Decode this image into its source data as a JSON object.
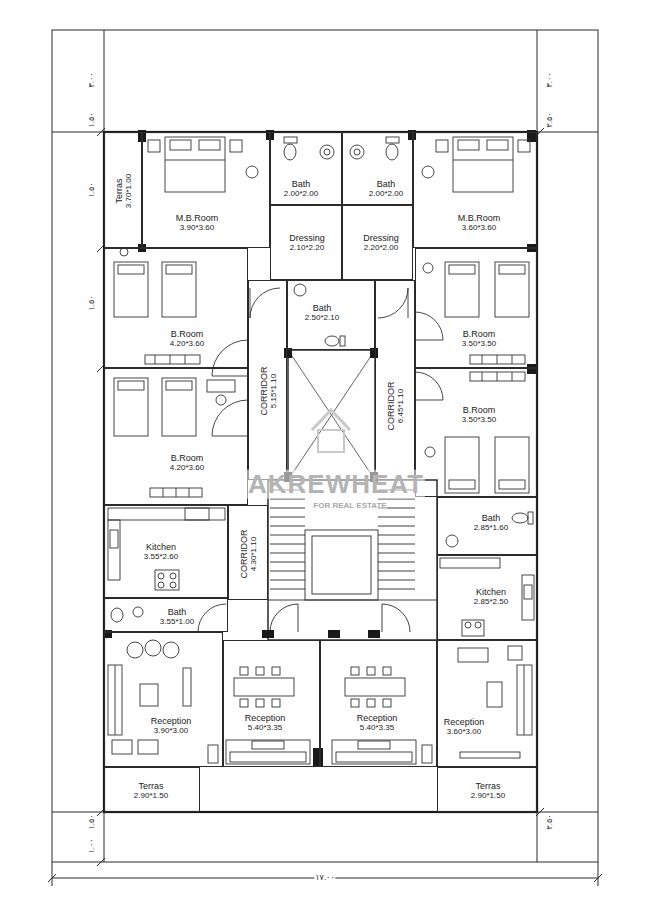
{
  "diagram": {
    "nodes": [
      {
        "text": [
          "Terras",
          "3.70*1.00"
        ]
      },
      {
        "text": [
          "M.B.Room",
          "3.90*3.60"
        ]
      },
      {
        "text": [
          "Bath",
          "2.00*2.00"
        ]
      },
      {
        "text": [
          "Bath",
          "2.00*2.00"
        ]
      },
      {
        "text": [
          "M.B.Room",
          "3.60*3.60"
        ]
      },
      {
        "text": [
          "Dressing",
          "2.10*2.20"
        ]
      },
      {
        "text": [
          "Dressing",
          "2.20*2.00"
        ]
      },
      {
        "text": [
          "B.Room",
          "4.20*3.60"
        ]
      },
      {
        "text": [
          "Bath",
          "2.50*2.10"
        ]
      },
      {
        "text": [
          "B.Room",
          "3.50*3.50"
        ]
      },
      {
        "text": [
          "CORRIDOR",
          "5.15*1.10"
        ]
      },
      {
        "text": [
          "CORRIDOR",
          "6.45*1.10"
        ]
      },
      {
        "text": [
          "B.Room",
          "4.20*3.60"
        ]
      },
      {
        "text": [
          "B.Room",
          "3.50*3.50"
        ]
      },
      {
        "text": [
          "Bath",
          "2.85*1.60"
        ]
      },
      {
        "text": [
          "Kitchen",
          "3.55*2.60"
        ]
      },
      {
        "text": [
          "CORRIDOR",
          "4.30*1.10"
        ]
      },
      {
        "text": [
          "Kitchen",
          "2.85*2.50"
        ]
      },
      {
        "text": [
          "Bath",
          "3.55*1.00"
        ]
      },
      {
        "text": [
          "Reception",
          "3.90*3.00"
        ]
      },
      {
        "text": [
          "Reception",
          "5.40*3.35"
        ]
      },
      {
        "text": [
          "Reception",
          "5.40*3.35"
        ]
      },
      {
        "text": [
          "Reception",
          "3.60*3.00"
        ]
      },
      {
        "text": [
          "Terras",
          "2.90*1.50"
        ]
      },
      {
        "text": [
          "Terras",
          "2.90*1.50"
        ]
      }
    ],
    "labels": [
      "٣.٠٠",
      "١.٥٠",
      "١.٥٠",
      "١.٥٠",
      "٣.٠٠",
      "٢.٥٠",
      "١.٥٠",
      "١.٠٠",
      "٢.٥٠",
      "١٧.٠٠",
      "AKREWHEAT",
      "FOR REAL ESTATE"
    ]
  }
}
